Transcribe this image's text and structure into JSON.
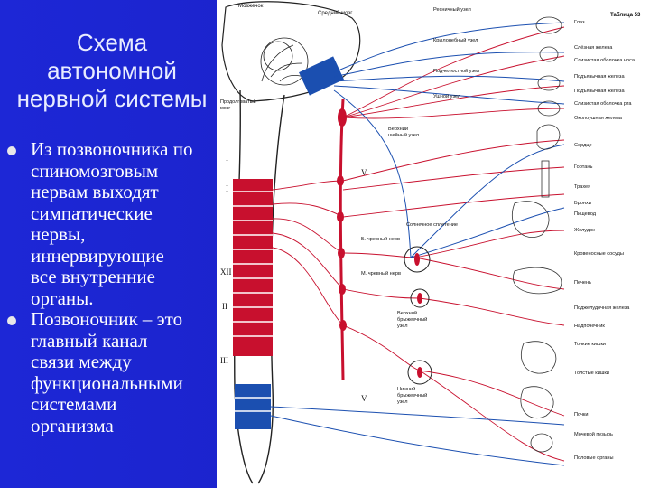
{
  "slide": {
    "title_lines": [
      "Схема",
      "автономной",
      "нервной системы"
    ],
    "bullets": [
      {
        "lines": [
          "Из позвоночника по",
          "спиномозговым",
          "нервам выходят",
          "симпатические",
          "нервы,",
          "иннервирующие",
          "все внутренние",
          "органы."
        ]
      },
      {
        "lines": [
          "Позвоночник – это",
          "главный канал",
          "связи между",
          "функциональными",
          "системами",
          "организма"
        ]
      }
    ]
  },
  "figure": {
    "table_label": "Таблица 53",
    "left_labels": {
      "mozzhechok": "Мозжечок",
      "sredniy_mozg": "Средний мозг",
      "prodolg_mozg": "Продолговатый мозг"
    },
    "ganglia_labels": {
      "resnichny": "Ресничный узел",
      "krylonebny": "Крылонебный узел",
      "podnizhnechel": "Подчелюстной узел",
      "ushnoy": "Ушной узел",
      "verkhniy_sheyny": "Верхний шейный узел",
      "solnechnoe": "Солнечное сплетение",
      "chrevny": "Б. чревный нерв",
      "m_chrevny": "М. чревный нерв",
      "verkh_bryzh": "Верхний брыжеечный узел",
      "nizh_bryzh": "Нижний брыжеечный узел"
    },
    "spine_roman": [
      "I",
      "V",
      "I",
      "XII",
      "II",
      "III",
      "V"
    ],
    "organs": [
      "Глаз",
      "Слёзная железа",
      "Слизистая оболочка носа",
      "Подъязычная железа",
      "Подъязычная железа",
      "Слизистая оболочка рта",
      "Околоушная железа",
      "Сердце",
      "Гортань",
      "Трахея",
      "Бронхи",
      "Пищевод",
      "Желудок",
      "Кровеносные сосуды",
      "Печень",
      "Поджелудочная железа",
      "Надпочечник",
      "Тонкие кишки",
      "Толстые кишки",
      "Почки",
      "Мочевой пузырь",
      "Половые органы"
    ]
  },
  "colors": {
    "slide_bg": "#1a22c8",
    "sympathetic": "#c8102e",
    "parasympathetic": "#1b4fb0",
    "nerve_spine": "#d4a5ae"
  }
}
